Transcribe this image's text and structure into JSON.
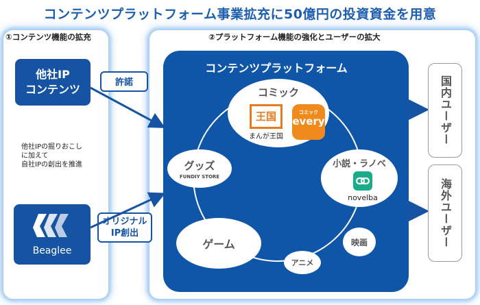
{
  "title": "コンテンツプラットフォーム事業拡充に50億円の投資資金を用意",
  "left_section": {
    "heading": "①コンテンツ機能の拡充",
    "other_ip_box": [
      "他社IP",
      "コンテンツ"
    ],
    "license_tag": "許諾",
    "description": [
      "他社IPの掘りおこし",
      "に加えて",
      "自社IPの創出を推進"
    ],
    "beaglee_logo_text": "Beaglee",
    "original_tag": [
      "オリジナル",
      "IP創出"
    ]
  },
  "right_section": {
    "heading": "②プラットフォーム機能の強化とユーザーの拡大",
    "platform_title": "コンテンツプラットフォーム",
    "nodes": {
      "comic": "コミック",
      "manga_oukoku_label": "まんが王国",
      "manga_oukoku_glyph": "王国",
      "comic_every_small": "コミック",
      "comic_every_big": "every",
      "goods": "グッズ",
      "goods_sub": "FUNDIY STORE",
      "novel": "小説・ラノベ",
      "novelba": "novelba",
      "game": "ゲーム",
      "anime": "アニメ",
      "movie": "映画"
    },
    "users": {
      "domestic": "国内ユーザー",
      "overseas": "海外ユーザー"
    }
  },
  "colors": {
    "primary": "#1654a3",
    "title": "#1d5fae",
    "comic_every": "#f08a1d",
    "manga_oukoku": "#e57a1f",
    "novelba": "#1aab8a"
  }
}
